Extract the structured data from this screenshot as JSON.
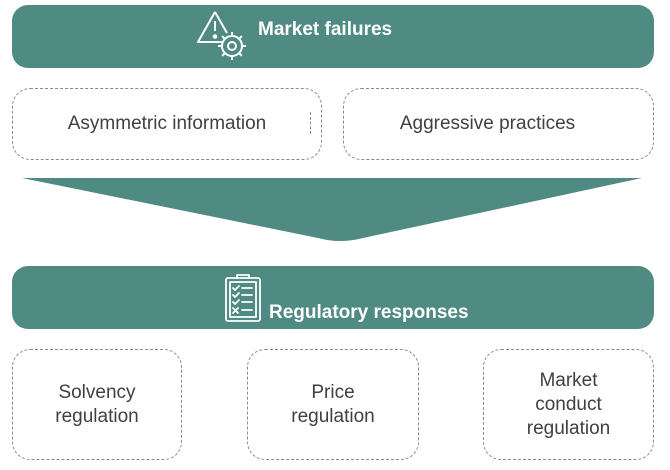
{
  "diagram": {
    "colors": {
      "accent": "#4f8b83",
      "text": "#404040",
      "dash": "#8a8a8a"
    },
    "top_bar": {
      "title": "Market failures",
      "icon": "warning-gear-icon"
    },
    "failures": [
      {
        "label": "Asymmetric information"
      },
      {
        "label": "Aggressive practices"
      }
    ],
    "bottom_bar": {
      "title": "Regulatory responses",
      "icon": "checklist-clipboard-icon"
    },
    "responses": [
      {
        "label": "Solvency\nregulation"
      },
      {
        "label": "Price\nregulation"
      },
      {
        "label": "Market\nconduct\nregulation"
      }
    ]
  }
}
